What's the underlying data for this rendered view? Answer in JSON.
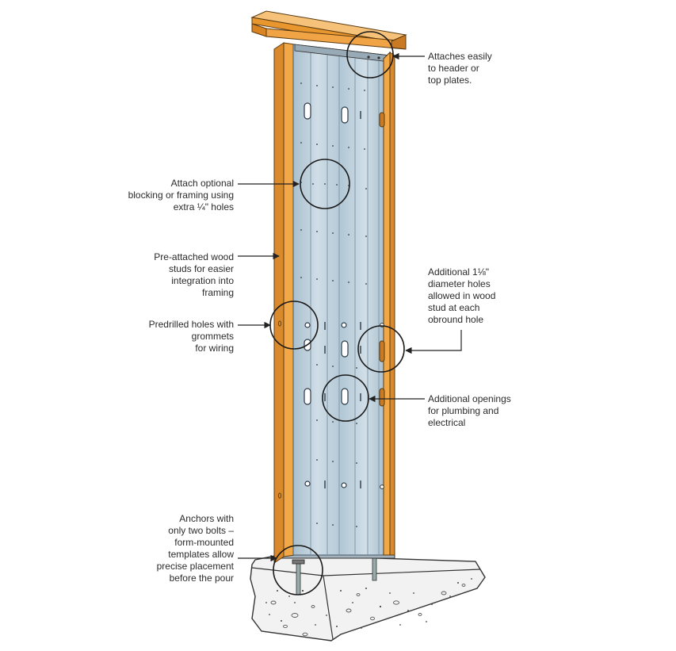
{
  "callouts": {
    "header": "Attaches easily\nto header or\ntop plates.",
    "blocking": "Attach optional\nblocking or framing using\nextra ¼\" holes",
    "wood_studs": "Pre-attached wood\nstuds for easier\nintegration into\nframing",
    "grommets": "Predrilled holes with\ngrommets\nfor wiring",
    "diameter_holes": "Additional 1⅛\"\ndiameter holes\nallowed in wood\nstud at each\nobround hole",
    "openings": "Additional openings\nfor plumbing and\nelectrical",
    "anchors": "Anchors with\nonly two bolts –\nform-mounted\ntemplates allow\nprecise placement\nbefore the pour"
  },
  "colors": {
    "wood": "#f0a445",
    "wood_dark": "#c97a22",
    "steel": "#b7cbd8",
    "steel_light": "#d3e1ea",
    "steel_dark": "#8ea6b6",
    "concrete": "#ececec",
    "line": "#222222"
  }
}
